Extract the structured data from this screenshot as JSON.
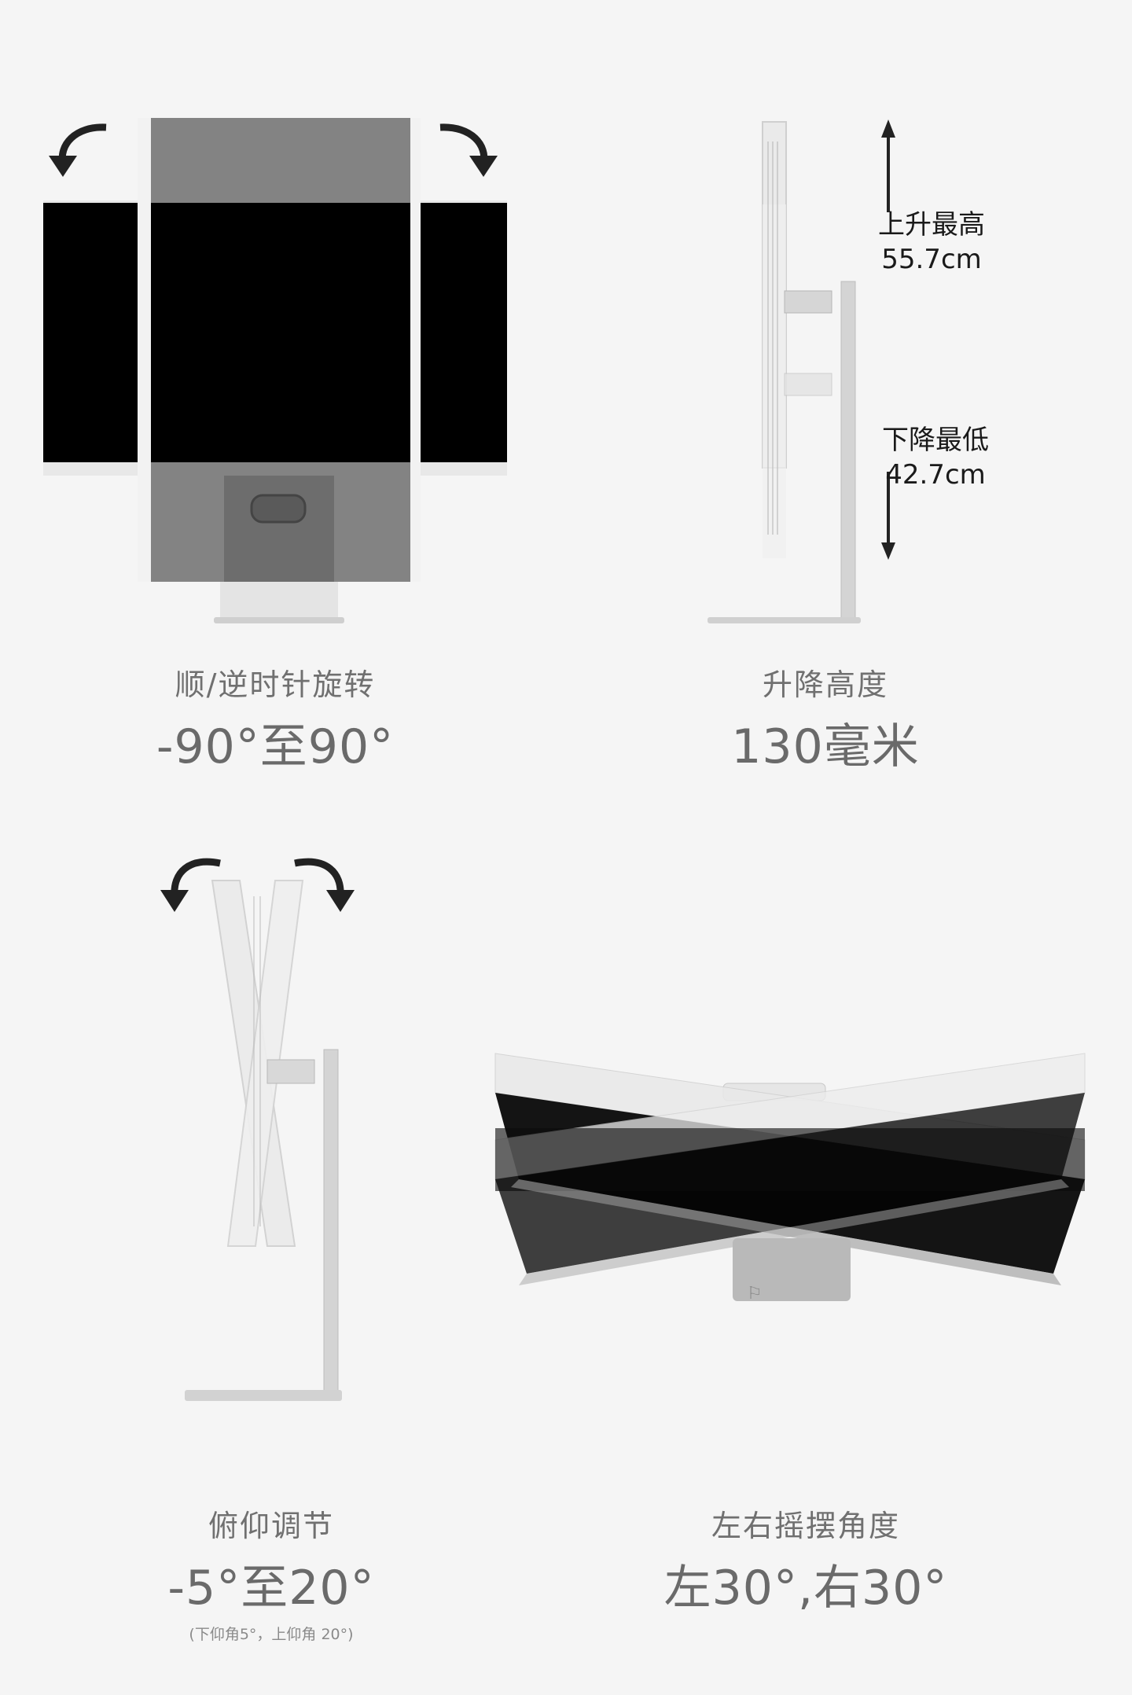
{
  "sections": {
    "rotation": {
      "label": "顺/逆时针旋转",
      "value": "-90°至90°"
    },
    "height": {
      "label": "升降高度",
      "value": "130毫米",
      "max_label": "上升最高",
      "max_value": "55.7cm",
      "min_label": "下降最低",
      "min_value": "42.7cm"
    },
    "tilt": {
      "label": "俯仰调节",
      "value": "-5°至20°",
      "note": "(下仰角5°，上仰角 20°)"
    },
    "swivel": {
      "label": "左右摇摆角度",
      "value": "左30°,右30°"
    }
  },
  "colors": {
    "background": "#f5f5f5",
    "screen": "#000000",
    "frame": "#e9e9e9",
    "stand": "#d8d8d8",
    "text": "#6a6a6a"
  }
}
